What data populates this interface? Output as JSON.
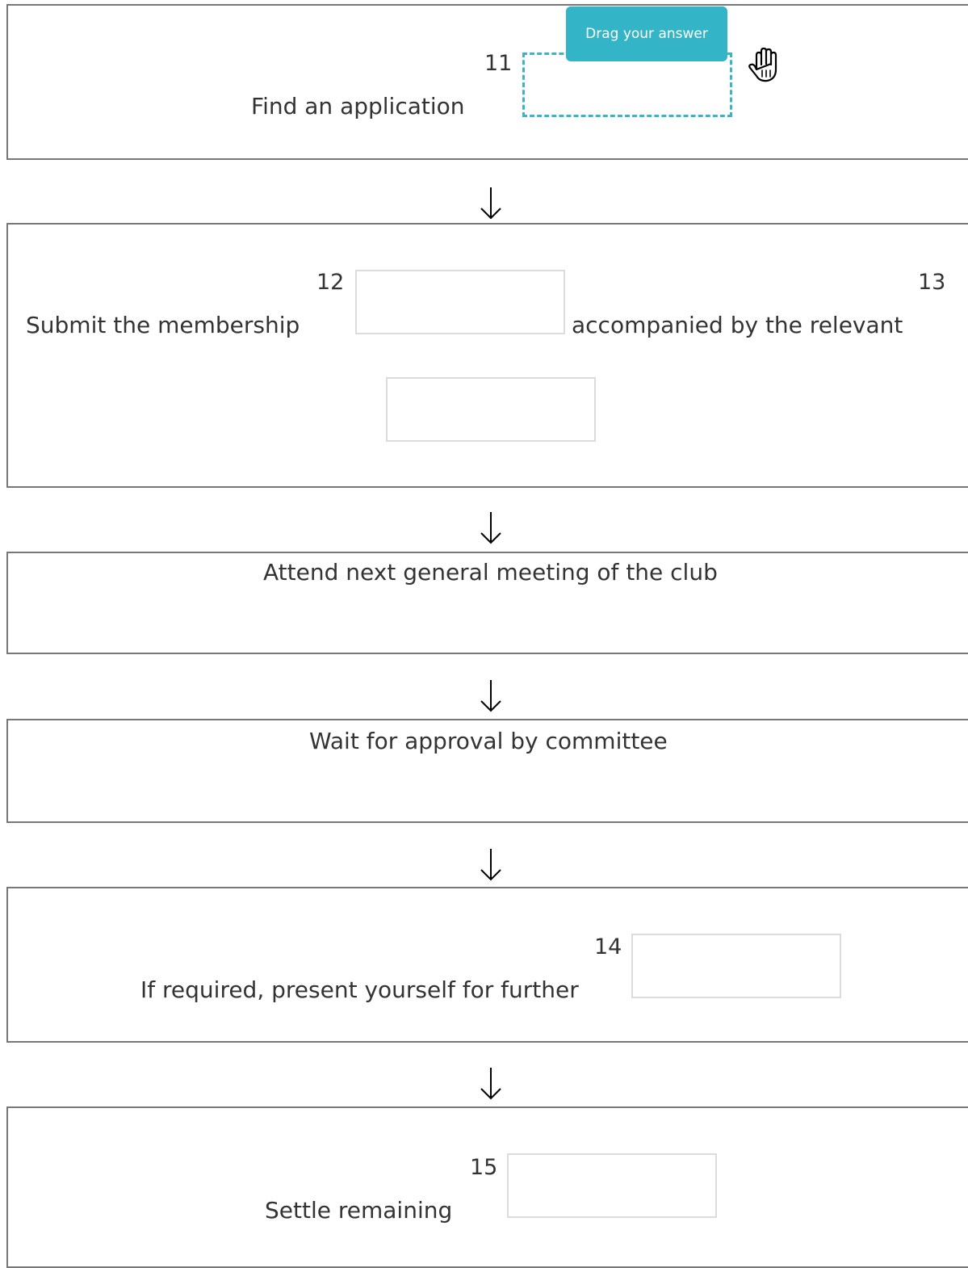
{
  "steps": {
    "s1": {
      "text": "Find an application",
      "q_num": "11"
    },
    "s2": {
      "text_a": "Submit the membership",
      "q_num_a": "12",
      "text_b": "accompanied by the relevant",
      "q_num_b": "13"
    },
    "s3": {
      "text": "Attend next general meeting of the club"
    },
    "s4": {
      "text": "Wait for approval by committee"
    },
    "s5": {
      "text": "If required, present yourself for further",
      "q_num": "14"
    },
    "s6": {
      "text": "Settle remaining",
      "q_num": "15"
    }
  },
  "tooltip": {
    "label": "Drag your answer"
  },
  "icons": {
    "arrow": "arrow-down-icon",
    "hand": "hand-grab-icon"
  },
  "colors": {
    "accent": "#33b5c7",
    "border": "#777777",
    "drop_border": "#dcdcdc",
    "text": "#333333"
  }
}
